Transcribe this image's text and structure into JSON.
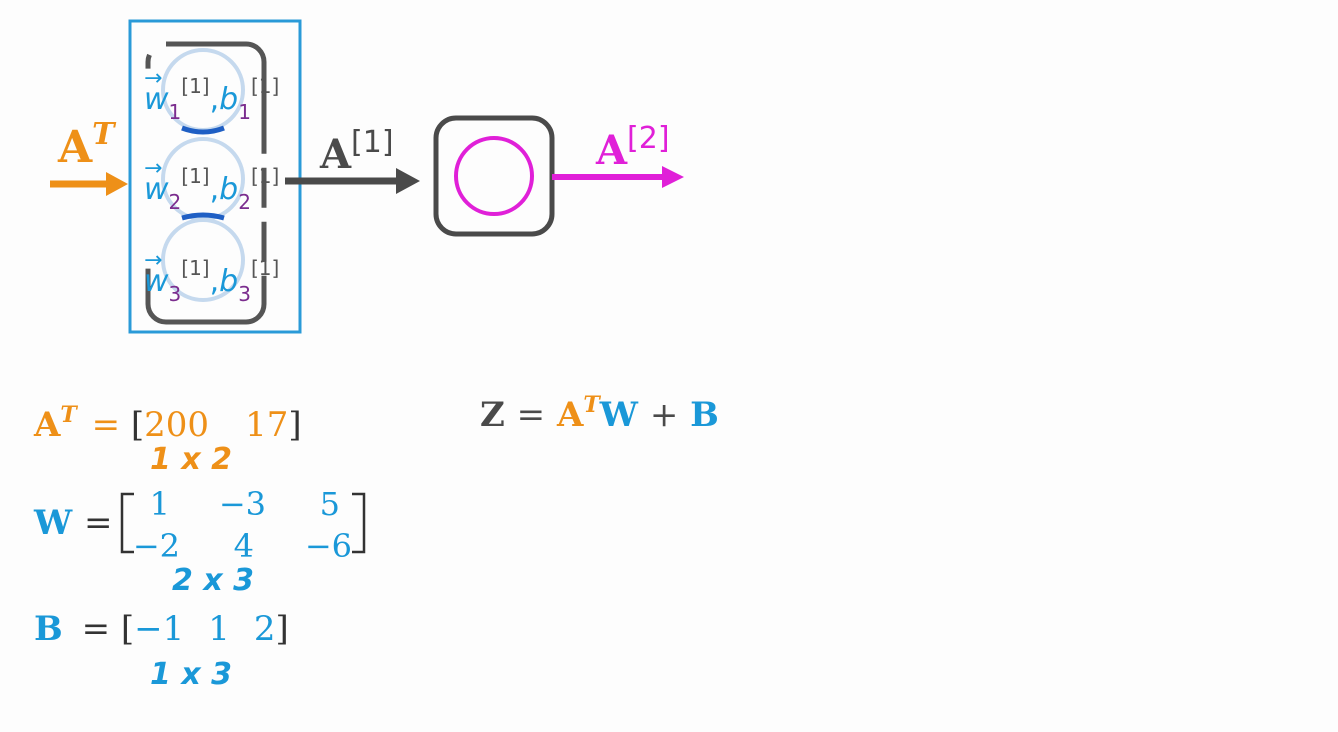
{
  "colors": {
    "orange": "#ee9018",
    "blue": "#1a98d8",
    "magenta": "#e020d8",
    "dark": "#4a4a4a",
    "purple": "#7b2d8e",
    "box_blue": "#2a9ad8"
  },
  "diagram": {
    "input_label": {
      "base": "A",
      "sup": "T"
    },
    "layer1_output_label": {
      "base": "A",
      "sup": "[1]"
    },
    "layer2_output_label": {
      "base": "A",
      "sup": "[2]"
    },
    "neurons": [
      {
        "w": "w",
        "w_sub": "1",
        "sup": "[1]",
        "comma": ",",
        "b": "b",
        "b_sub": "1"
      },
      {
        "w": "w",
        "w_sub": "2",
        "sup": "[1]",
        "comma": ",",
        "b": "b",
        "b_sub": "2"
      },
      {
        "w": "w",
        "w_sub": "3",
        "sup": "[1]",
        "comma": ",",
        "b": "b",
        "b_sub": "3"
      }
    ]
  },
  "equations": {
    "at": {
      "lhs": "A",
      "lhs_sup": "T",
      "eq": "=",
      "values": [
        "200",
        "17"
      ],
      "dims": "1 x 2"
    },
    "w": {
      "lhs": "W",
      "eq": "=",
      "rows": [
        [
          "1",
          "−3",
          "5"
        ],
        [
          "−2",
          "4",
          "−6"
        ]
      ],
      "dims": "2 x 3"
    },
    "b": {
      "lhs": "B",
      "eq": "=",
      "values": [
        "−1",
        "1",
        "2"
      ],
      "dims": "1 x 3"
    },
    "z": {
      "z": "Z",
      "eq": "=",
      "a": "A",
      "a_sup": "T",
      "w": "W",
      "plus": "+",
      "b": "B"
    }
  }
}
